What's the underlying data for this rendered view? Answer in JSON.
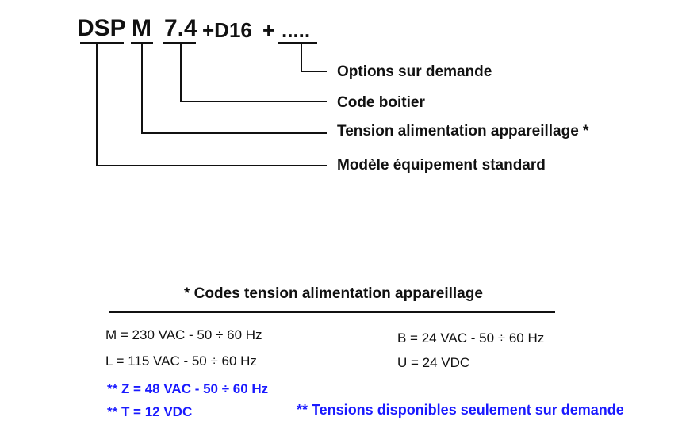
{
  "code": {
    "dsp": "DSP",
    "m": "M",
    "boitier": "7.4",
    "plus_d16": "+D16",
    "plus": "+",
    "dots": "....."
  },
  "labels": {
    "options": "Options sur demande",
    "code_boitier": "Code boitier",
    "tension": "Tension alimentation appareillage *",
    "modele": "Modèle équipement standard"
  },
  "voltage_codes": {
    "title": "* Codes tension alimentation appareillage",
    "left": [
      "M = 230 VAC - 50 ÷ 60 Hz",
      "L = 115 VAC - 50 ÷ 60 Hz"
    ],
    "right": [
      "B = 24 VAC - 50 ÷ 60 Hz",
      "U = 24 VDC"
    ],
    "on_demand": [
      "** Z = 48 VAC - 50 ÷ 60 Hz",
      "** T = 12 VDC"
    ],
    "note": "** Tensions disponibles seulement sur demande"
  },
  "colors": {
    "text": "#111111",
    "on_demand_blue": "#1a1aff"
  }
}
